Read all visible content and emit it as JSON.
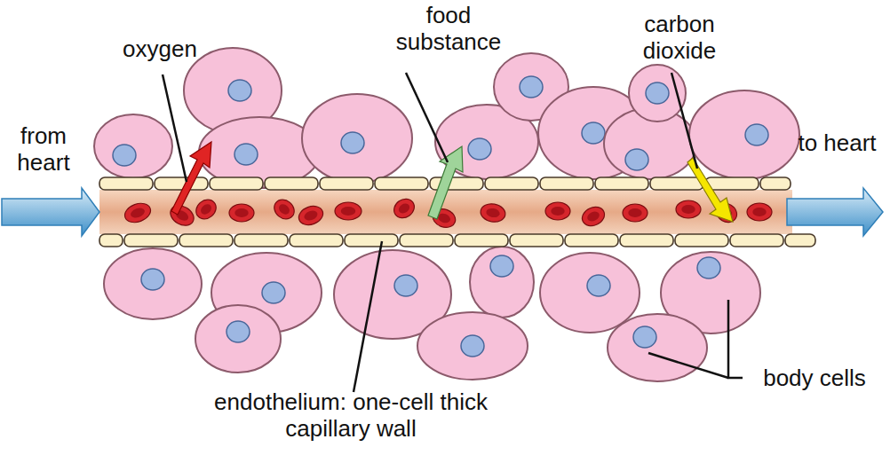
{
  "diagram": {
    "labels": [
      "oxygen",
      "food substance",
      "carbon dioxide",
      "from heart",
      "to heart",
      "endothelium: one-cell thick capillary wall",
      "body cells"
    ]
  }
}
